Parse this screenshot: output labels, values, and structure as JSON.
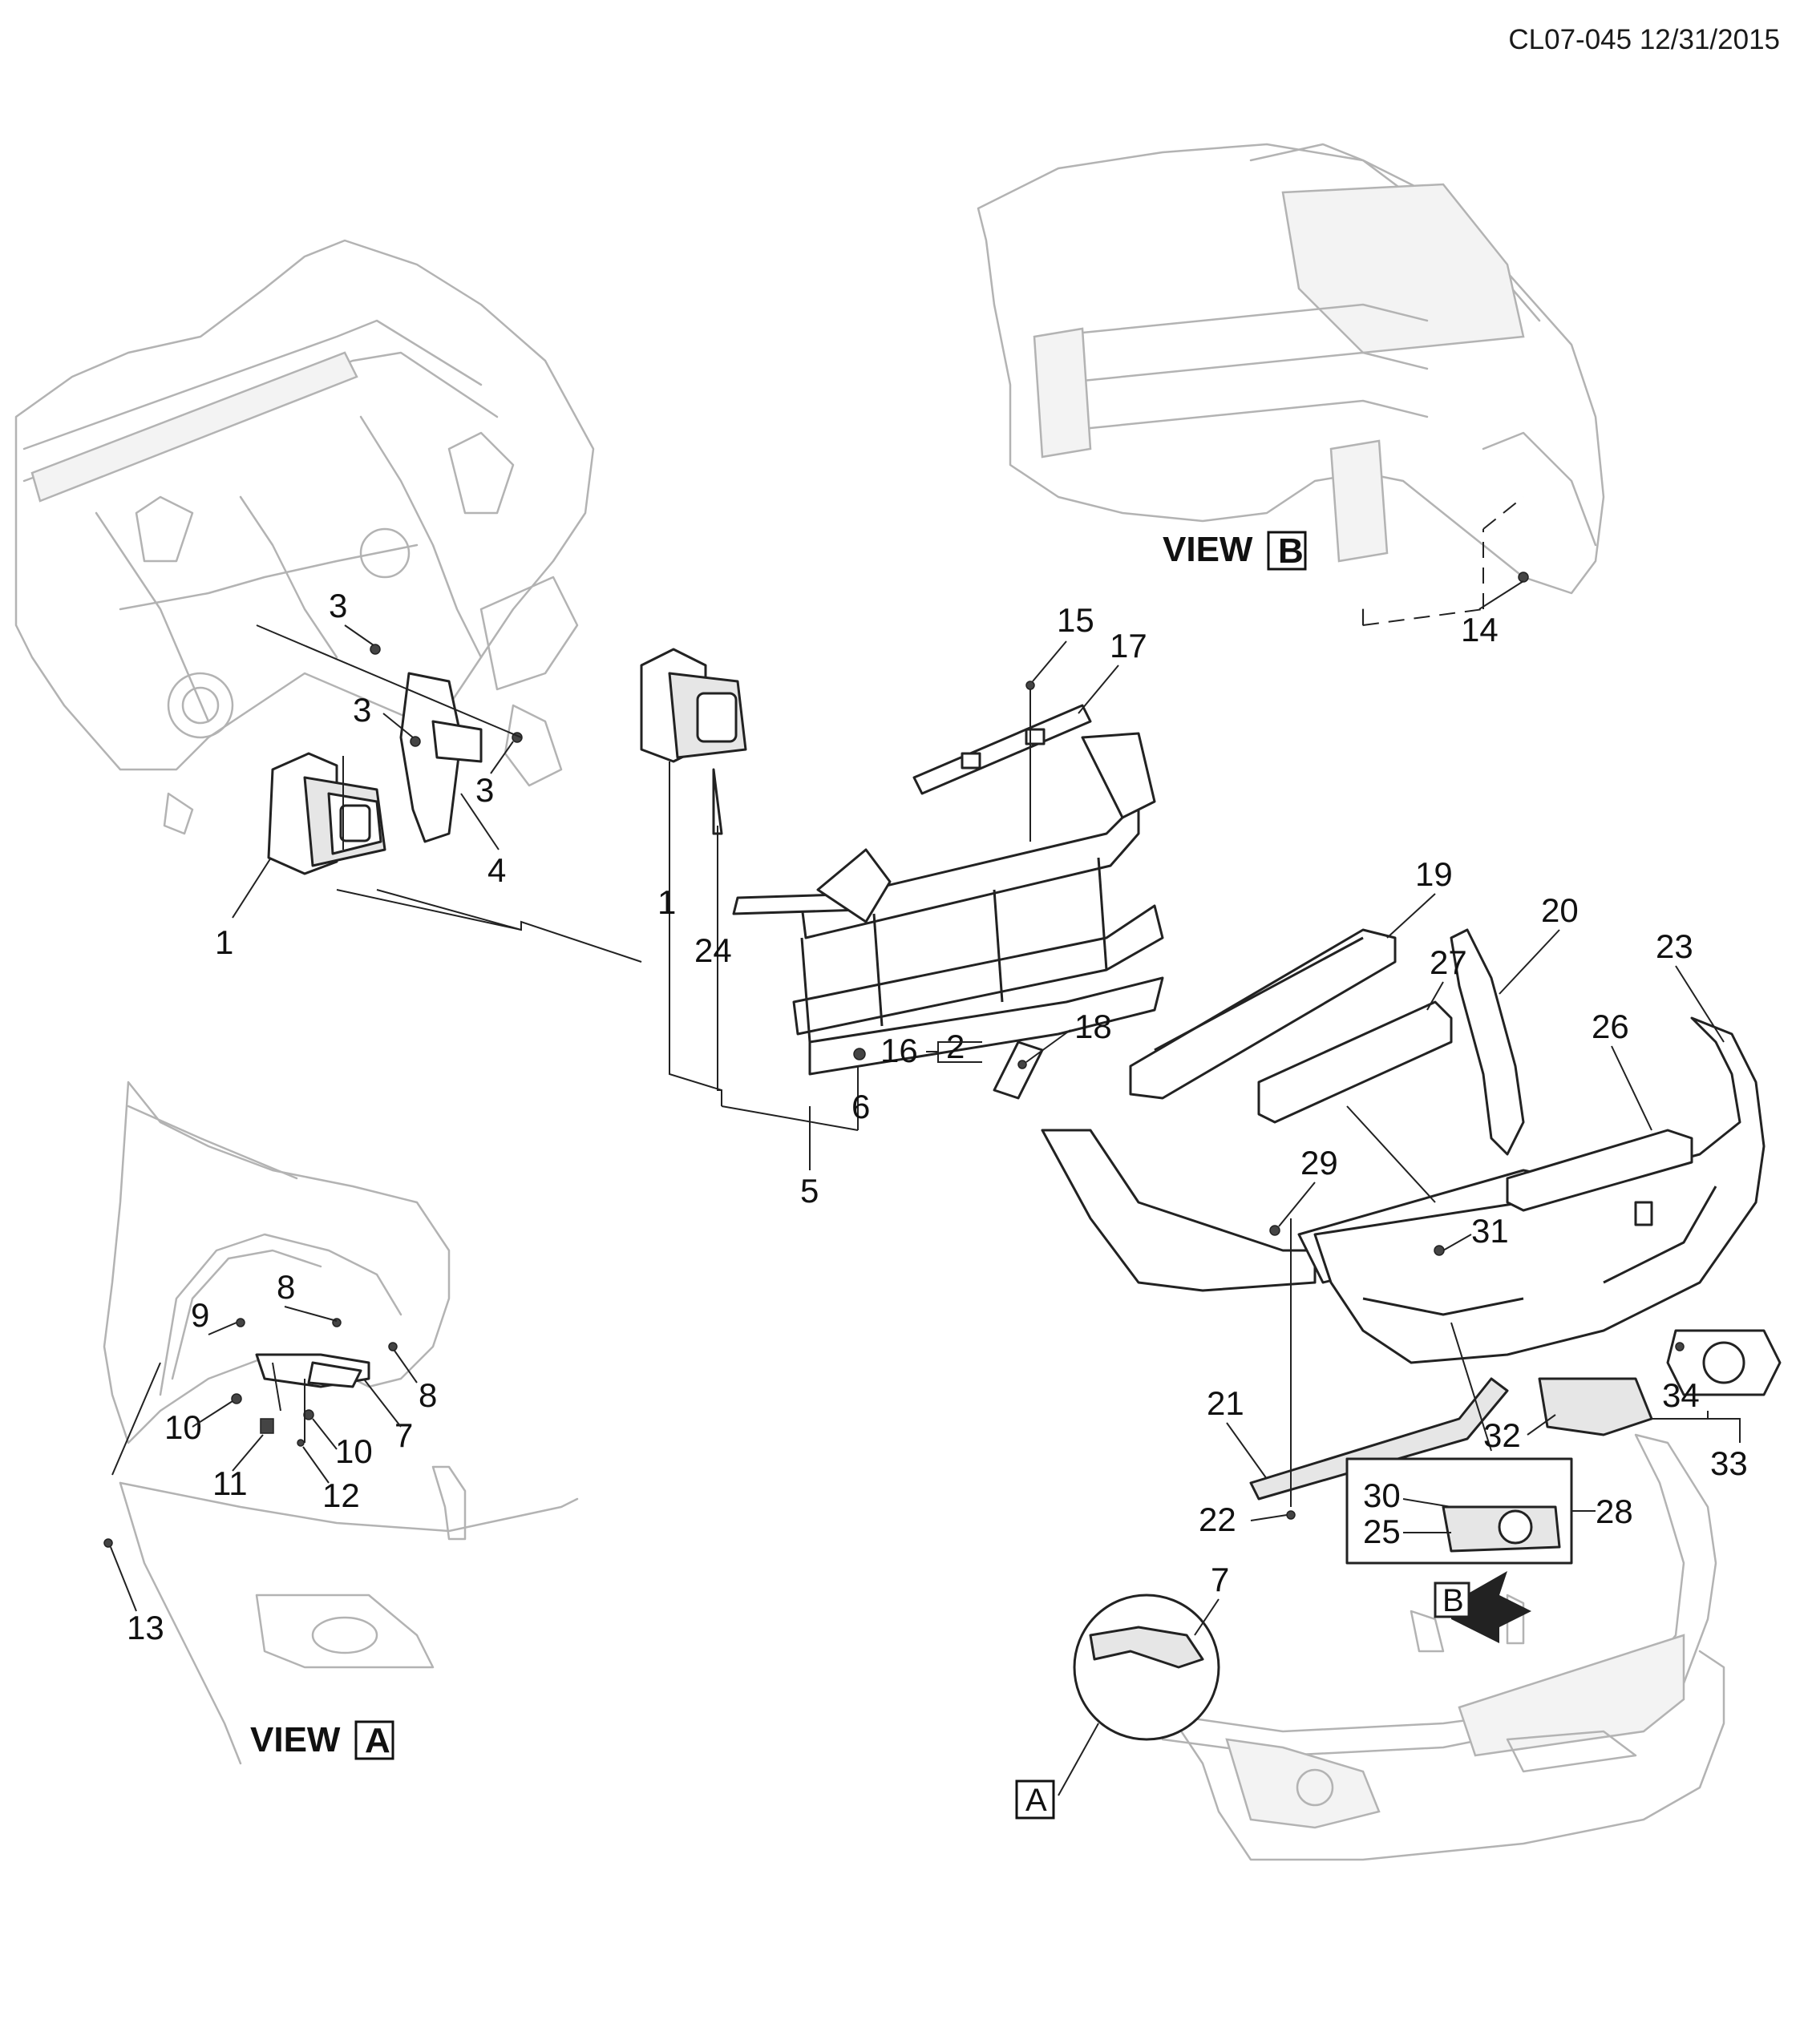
{
  "header": {
    "code": "CL07-045 12/31/2015"
  },
  "views": {
    "view_a": {
      "word": "VIEW",
      "letter": "A"
    },
    "view_b": {
      "word": "VIEW",
      "letter": "B"
    },
    "ref_a": {
      "letter": "A"
    },
    "arrow_b": {
      "letter": "B"
    }
  },
  "callouts": {
    "c1a": "1",
    "c1b": "1",
    "c2": "2",
    "c3a": "3",
    "c3b": "3",
    "c3c": "3",
    "c4": "4",
    "c5": "5",
    "c6": "6",
    "c7a": "7",
    "c7b": "7",
    "c8a": "8",
    "c8b": "8",
    "c9": "9",
    "c10a": "10",
    "c10b": "10",
    "c11": "11",
    "c12": "12",
    "c13": "13",
    "c14": "14",
    "c15": "15",
    "c16": "16",
    "c17": "17",
    "c18": "18",
    "c19": "19",
    "c20": "20",
    "c21": "21",
    "c22": "22",
    "c23": "23",
    "c24": "24",
    "c25": "25",
    "c26": "26",
    "c27": "27",
    "c28": "28",
    "c29": "29",
    "c30": "30",
    "c31": "31",
    "c32": "32",
    "c33": "33",
    "c34": "34"
  }
}
